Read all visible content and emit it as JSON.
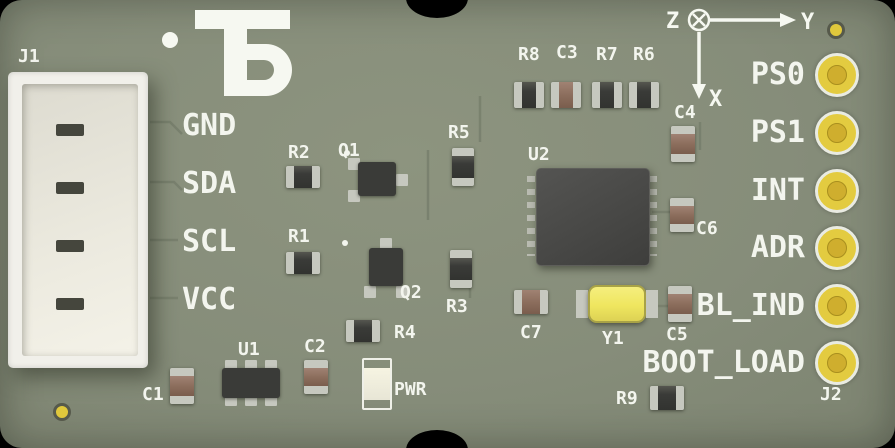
{
  "board": {
    "label_j1": "J1",
    "label_j2": "J2"
  },
  "left_labels": [
    "GND",
    "SDA",
    "SCL",
    "VCC"
  ],
  "right_pins": [
    "PS0",
    "PS1",
    "INT",
    "ADR",
    "BL_IND",
    "BOOT_LOAD"
  ],
  "axis": {
    "z": "Z",
    "y": "Y",
    "x": "X"
  },
  "refs": {
    "r1": "R1",
    "r2": "R2",
    "r3": "R3",
    "r4": "R4",
    "r5": "R5",
    "r6": "R6",
    "r7": "R7",
    "r8": "R8",
    "r9": "R9",
    "c1": "C1",
    "c2": "C2",
    "c3": "C3",
    "c4": "C4",
    "c5": "C5",
    "c6": "C6",
    "c7": "C7",
    "q1": "Q1",
    "q2": "Q2",
    "u1": "U1",
    "u2": "U2",
    "y1": "Y1",
    "pwr": "PWR"
  },
  "icons": {
    "logo": "brand-b-logo",
    "axis_origin": "z-axis-into-page-symbol"
  },
  "colors": {
    "board": "#868D7A",
    "silkscreen": "#F3F5EE",
    "gold_pad": "#E3CB40",
    "crystal": "#EFE65F",
    "ic_body": "#474745",
    "capacitor": "#8C6E5D",
    "connector": "#F1F0EA"
  }
}
